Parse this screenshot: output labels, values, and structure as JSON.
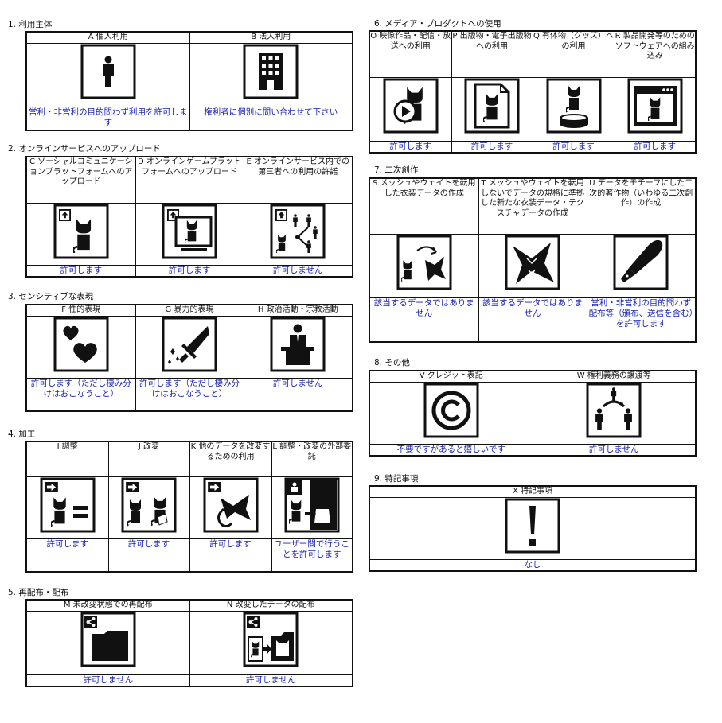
{
  "colors": {
    "result_text": "#1a24b4",
    "border": "#111111",
    "icon_fill": "#111111"
  },
  "sections": {
    "s1": {
      "title": "1. 利用主体",
      "cols": [
        {
          "label": "A 個人利用",
          "icon": "person-icon",
          "result": "営利・非営利の目的問わず利用を許可します"
        },
        {
          "label": "B 法人利用",
          "icon": "building-icon",
          "result": "権利者に個別に問い合わせて下さい"
        }
      ]
    },
    "s2": {
      "title": "2. オンラインサービスへのアップロード",
      "cols": [
        {
          "label": "C ソーシャルコミュニケーションプラットフォームへのアップロード",
          "icon": "upload-cat-icon",
          "result": "許可します"
        },
        {
          "label": "D オンラインゲームプラットフォームへのアップロード",
          "icon": "upload-monitor-cat-icon",
          "result": "許可します"
        },
        {
          "label": "E オンラインサービス内での第三者への利用の許諾",
          "icon": "upload-share-people-icon",
          "result": "許可しません"
        }
      ]
    },
    "s3": {
      "title": "3. センシティブな表現",
      "cols": [
        {
          "label": "F 性的表現",
          "icon": "hearts-icon",
          "result": "許可します（ただし棲み分けはおこなうこと）"
        },
        {
          "label": "G 暴力的表現",
          "icon": "knife-blood-icon",
          "result": "許可します（ただし棲み分けはおこなうこと）"
        },
        {
          "label": "H 政治活動・宗教活動",
          "icon": "podium-speaker-icon",
          "result": "許可しません"
        }
      ]
    },
    "s4": {
      "title": "4. 加工",
      "cols": [
        {
          "label": "I 調整",
          "icon": "arrow-cat-equal-icon",
          "result": "許可します"
        },
        {
          "label": "J 改変",
          "icon": "arrow-cat-modified-icon",
          "result": "許可します"
        },
        {
          "label": "K 他のデータを改変するための利用",
          "icon": "arrow-bowtie-icon",
          "result": "許可します"
        },
        {
          "label": "L 調整・改変の外部委託",
          "icon": "outsource-cat-icon",
          "result": "ユーザー間で行うことを許可します"
        }
      ]
    },
    "s5": {
      "title": "5. 再配布・配布",
      "cols": [
        {
          "label": "M 未改変状態での再配布",
          "icon": "share-folder-cat-icon",
          "result": "許可しません"
        },
        {
          "label": "N 改変したデータの配布",
          "icon": "share-folder-modified-icon",
          "result": "許可しません"
        }
      ]
    },
    "s6": {
      "title": "6. メディア・プロダクトへの使用",
      "cols": [
        {
          "label": "O 映像作品・配信・放送への利用",
          "icon": "video-cat-icon",
          "result": "許可します"
        },
        {
          "label": "P 出版物・電子出版物への利用",
          "icon": "document-cat-icon",
          "result": "許可します"
        },
        {
          "label": "Q 有体物（グッズ）への利用",
          "icon": "figure-cat-icon",
          "result": "許可します"
        },
        {
          "label": "R 製品開発等のためのソフトウェアへの組み込み",
          "icon": "software-window-cat-icon",
          "result": "許可します"
        }
      ]
    },
    "s7": {
      "title": "7. 二次創作",
      "cols": [
        {
          "label": "S メッシュやウェイトを転用した衣装データの作成",
          "icon": "cat-cloth-icon",
          "result": "該当するデータではありません"
        },
        {
          "label": "T メッシュやウェイトを転用しないでデータの規格に準拠した新たな衣装データ・テクスチャデータの作成",
          "icon": "cloth-icon",
          "result": "該当するデータではありません"
        },
        {
          "label": "U データをモチーフにした二次的著作物（いわゆる二次創作）の作成",
          "icon": "pen-icon",
          "result": "営利・非営利の目的問わず配布等（頒布、送信を含む）を許可します"
        }
      ]
    },
    "s8": {
      "title": "8. その他",
      "cols": [
        {
          "label": "V クレジット表記",
          "icon": "copyright-icon",
          "result": "不要ですがあると嬉しいです"
        },
        {
          "label": "W 権利義務の譲渡等",
          "icon": "transfer-people-icon",
          "result": "許可しません"
        }
      ]
    },
    "s9": {
      "title": "9. 特記事項",
      "cols": [
        {
          "label": "X 特記事項",
          "icon": "exclamation-icon",
          "result": "なし"
        }
      ]
    }
  }
}
